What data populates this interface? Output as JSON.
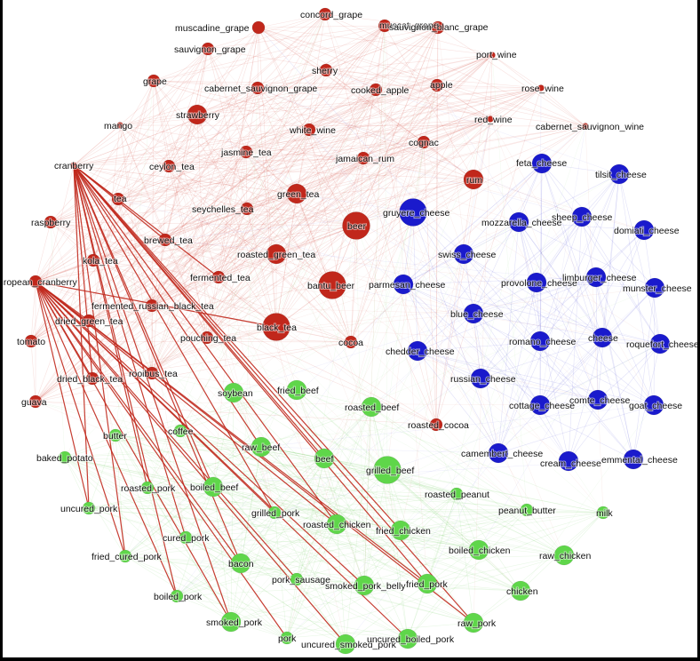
{
  "diagram": {
    "type": "network-graph",
    "colors": {
      "fruit_tea_wine": "#c1271b",
      "cheese": "#1a1acc",
      "meat": "#5fd64a"
    },
    "nodes": [
      {
        "id": "concord_grape",
        "label": "concord_grape",
        "group": "fruit_tea_wine",
        "size": "small"
      },
      {
        "id": "muscadine_grape",
        "label": "muscadine_grape",
        "group": "fruit_tea_wine",
        "size": "small"
      },
      {
        "id": "muscat_grape",
        "label": "muscat_grape",
        "group": "fruit_tea_wine",
        "size": "small"
      },
      {
        "id": "sauvignon_blanc_grape",
        "label": "sauvignon_blanc_grape",
        "group": "fruit_tea_wine",
        "size": "small"
      },
      {
        "id": "sauvignon_grape",
        "label": "sauvignon_grape",
        "group": "fruit_tea_wine",
        "size": "small"
      },
      {
        "id": "port_wine",
        "label": "port_wine",
        "group": "fruit_tea_wine",
        "size": "tiny"
      },
      {
        "id": "sherry",
        "label": "sherry",
        "group": "fruit_tea_wine",
        "size": "small"
      },
      {
        "id": "grape",
        "label": "grape",
        "group": "fruit_tea_wine",
        "size": "small"
      },
      {
        "id": "cabernet_sauvignon_grape",
        "label": "cabernet_sauvignon_grape",
        "group": "fruit_tea_wine",
        "size": "small"
      },
      {
        "id": "cooked_apple",
        "label": "cooked_apple",
        "group": "fruit_tea_wine",
        "size": "small"
      },
      {
        "id": "apple",
        "label": "apple",
        "group": "fruit_tea_wine",
        "size": "small"
      },
      {
        "id": "rose_wine",
        "label": "rose_wine",
        "group": "fruit_tea_wine",
        "size": "tiny"
      },
      {
        "id": "strawberry",
        "label": "strawberry",
        "group": "fruit_tea_wine",
        "size": "medium"
      },
      {
        "id": "mango",
        "label": "mango",
        "group": "fruit_tea_wine",
        "size": "tiny"
      },
      {
        "id": "red_wine",
        "label": "red_wine",
        "group": "fruit_tea_wine",
        "size": "tiny"
      },
      {
        "id": "cabernet_sauvignon_wine",
        "label": "cabernet_sauvignon_wine",
        "group": "fruit_tea_wine",
        "size": "tiny"
      },
      {
        "id": "white_wine",
        "label": "white_wine",
        "group": "fruit_tea_wine",
        "size": "small"
      },
      {
        "id": "cognac",
        "label": "cognac",
        "group": "fruit_tea_wine",
        "size": "small"
      },
      {
        "id": "cranberry",
        "label": "cranberry",
        "group": "fruit_tea_wine",
        "size": "tiny"
      },
      {
        "id": "ceylon_tea",
        "label": "ceylon_tea",
        "group": "fruit_tea_wine",
        "size": "small"
      },
      {
        "id": "jasmine_tea",
        "label": "jasmine_tea",
        "group": "fruit_tea_wine",
        "size": "small"
      },
      {
        "id": "jamaican_rum",
        "label": "jamaican_rum",
        "group": "fruit_tea_wine",
        "size": "small"
      },
      {
        "id": "rum",
        "label": "rum",
        "group": "fruit_tea_wine",
        "size": "medium"
      },
      {
        "id": "tea",
        "label": "tea",
        "group": "fruit_tea_wine",
        "size": "small"
      },
      {
        "id": "green_tea",
        "label": "green_tea",
        "group": "fruit_tea_wine",
        "size": "medium"
      },
      {
        "id": "seychelles_tea",
        "label": "seychelles_tea",
        "group": "fruit_tea_wine",
        "size": "small"
      },
      {
        "id": "raspberry",
        "label": "raspberry",
        "group": "fruit_tea_wine",
        "size": "small"
      },
      {
        "id": "beer",
        "label": "beer",
        "group": "fruit_tea_wine",
        "size": "large"
      },
      {
        "id": "brewed_tea",
        "label": "brewed_tea",
        "group": "fruit_tea_wine",
        "size": "small"
      },
      {
        "id": "kola_tea",
        "label": "kola_tea",
        "group": "fruit_tea_wine",
        "size": "small"
      },
      {
        "id": "roasted_green_tea",
        "label": "roasted_green_tea",
        "group": "fruit_tea_wine",
        "size": "medium"
      },
      {
        "id": "european_cranberry",
        "label": "uropean_cranberry",
        "group": "fruit_tea_wine",
        "size": "small"
      },
      {
        "id": "fermented_tea",
        "label": "fermented_tea",
        "group": "fruit_tea_wine",
        "size": "small"
      },
      {
        "id": "bantu_beer",
        "label": "bantu_beer",
        "group": "fruit_tea_wine",
        "size": "large"
      },
      {
        "id": "fermented_russian_black_tea",
        "label": "fermented_russian_black_tea",
        "group": "fruit_tea_wine",
        "size": "small"
      },
      {
        "id": "dried_green_tea",
        "label": "dried_green_tea",
        "group": "fruit_tea_wine",
        "size": "small"
      },
      {
        "id": "black_tea",
        "label": "black_tea",
        "group": "fruit_tea_wine",
        "size": "large"
      },
      {
        "id": "tomato",
        "label": "tomato",
        "group": "fruit_tea_wine",
        "size": "small"
      },
      {
        "id": "pouching_tea",
        "label": "pouching_tea",
        "group": "fruit_tea_wine",
        "size": "small"
      },
      {
        "id": "cocoa",
        "label": "cocoa",
        "group": "fruit_tea_wine",
        "size": "small"
      },
      {
        "id": "dried_black_tea",
        "label": "dried_black_tea",
        "group": "fruit_tea_wine",
        "size": "small"
      },
      {
        "id": "rooibus_tea",
        "label": "rooibus_tea",
        "group": "fruit_tea_wine",
        "size": "small"
      },
      {
        "id": "guava",
        "label": "guava",
        "group": "fruit_tea_wine",
        "size": "small"
      },
      {
        "id": "roasted_cocoa",
        "label": "roasted_cocoa",
        "group": "fruit_tea_wine",
        "size": "small"
      },
      {
        "id": "feta_cheese",
        "label": "feta_cheese",
        "group": "cheese",
        "size": "medium"
      },
      {
        "id": "tilsit_cheese",
        "label": "tilsit_cheese",
        "group": "cheese",
        "size": "medium"
      },
      {
        "id": "gruyere_cheese",
        "label": "gruyere_cheese",
        "group": "cheese",
        "size": "large"
      },
      {
        "id": "sheep_cheese",
        "label": "sheep_cheese",
        "group": "cheese",
        "size": "medium"
      },
      {
        "id": "mozzarella_cheese",
        "label": "mozzarella_cheese",
        "group": "cheese",
        "size": "medium"
      },
      {
        "id": "domiati_cheese",
        "label": "domiati_cheese",
        "group": "cheese",
        "size": "medium"
      },
      {
        "id": "swiss_cheese",
        "label": "swiss_cheese",
        "group": "cheese",
        "size": "medium"
      },
      {
        "id": "parmesan_cheese",
        "label": "parmesan_cheese",
        "group": "cheese",
        "size": "medium"
      },
      {
        "id": "provolone_cheese",
        "label": "provolone_cheese",
        "group": "cheese",
        "size": "medium"
      },
      {
        "id": "limburger_cheese",
        "label": "limburger_cheese",
        "group": "cheese",
        "size": "medium"
      },
      {
        "id": "munster_cheese",
        "label": "munster_cheese",
        "group": "cheese",
        "size": "medium"
      },
      {
        "id": "blue_cheese",
        "label": "blue_cheese",
        "group": "cheese",
        "size": "medium"
      },
      {
        "id": "cheese",
        "label": "cheese",
        "group": "cheese",
        "size": "medium"
      },
      {
        "id": "romano_cheese",
        "label": "romano_cheese",
        "group": "cheese",
        "size": "medium"
      },
      {
        "id": "roquefort_cheese",
        "label": "roquefort_cheese",
        "group": "cheese",
        "size": "medium"
      },
      {
        "id": "chedder_cheese",
        "label": "chedder_cheese",
        "group": "cheese",
        "size": "medium"
      },
      {
        "id": "russian_cheese",
        "label": "russian_cheese",
        "group": "cheese",
        "size": "medium"
      },
      {
        "id": "comte_cheese",
        "label": "comte_cheese",
        "group": "cheese",
        "size": "medium"
      },
      {
        "id": "goat_cheese",
        "label": "goat_cheese",
        "group": "cheese",
        "size": "medium"
      },
      {
        "id": "cottage_cheese",
        "label": "cottage_cheese",
        "group": "cheese",
        "size": "medium"
      },
      {
        "id": "camembert_cheese",
        "label": "camembert_cheese",
        "group": "cheese",
        "size": "medium"
      },
      {
        "id": "cream_cheese",
        "label": "cream_cheese",
        "group": "cheese",
        "size": "medium"
      },
      {
        "id": "emmental_cheese",
        "label": "emmental_cheese",
        "group": "cheese",
        "size": "medium"
      },
      {
        "id": "soybean",
        "label": "soybean",
        "group": "meat",
        "size": "medium"
      },
      {
        "id": "fried_beef",
        "label": "fried_beef",
        "group": "meat",
        "size": "medium"
      },
      {
        "id": "roasted_beef",
        "label": "roasted_beef",
        "group": "meat",
        "size": "medium"
      },
      {
        "id": "butter",
        "label": "butter",
        "group": "meat",
        "size": "small"
      },
      {
        "id": "coffee",
        "label": "coffee",
        "group": "meat",
        "size": "small"
      },
      {
        "id": "raw_beef",
        "label": "raw_beef",
        "group": "meat",
        "size": "medium"
      },
      {
        "id": "beef",
        "label": "beef",
        "group": "meat",
        "size": "medium"
      },
      {
        "id": "grilled_beef",
        "label": "grilled_beef",
        "group": "meat",
        "size": "large"
      },
      {
        "id": "baked_potato",
        "label": "baked_potato",
        "group": "meat",
        "size": "small"
      },
      {
        "id": "boiled_beef",
        "label": "boiled_beef",
        "group": "meat",
        "size": "medium"
      },
      {
        "id": "roasted_pork",
        "label": "roasted_pork",
        "group": "meat",
        "size": "small"
      },
      {
        "id": "roasted_peanut",
        "label": "roasted_peanut",
        "group": "meat",
        "size": "small"
      },
      {
        "id": "uncured_pork",
        "label": "uncured_pork",
        "group": "meat",
        "size": "small"
      },
      {
        "id": "grilled_pork",
        "label": "grilled_pork",
        "group": "meat",
        "size": "small"
      },
      {
        "id": "peanut_butter",
        "label": "peanut_butter",
        "group": "meat",
        "size": "small"
      },
      {
        "id": "milk",
        "label": "milk",
        "group": "meat",
        "size": "small"
      },
      {
        "id": "roasted_chicken",
        "label": "roasted_chicken",
        "group": "meat",
        "size": "medium"
      },
      {
        "id": "fried_chicken",
        "label": "fried_chicken",
        "group": "meat",
        "size": "medium"
      },
      {
        "id": "cured_pork",
        "label": "cured_pork",
        "group": "meat",
        "size": "small"
      },
      {
        "id": "fried_cured_pork",
        "label": "fried_cured_pork",
        "group": "meat",
        "size": "small"
      },
      {
        "id": "boiled_chicken",
        "label": "boiled_chicken",
        "group": "meat",
        "size": "medium"
      },
      {
        "id": "raw_chicken",
        "label": "raw_chicken",
        "group": "meat",
        "size": "medium"
      },
      {
        "id": "bacon",
        "label": "bacon",
        "group": "meat",
        "size": "medium"
      },
      {
        "id": "pork_sausage",
        "label": "pork_sausage",
        "group": "meat",
        "size": "small"
      },
      {
        "id": "smoked_pork_belly",
        "label": "smoked_pork_belly",
        "group": "meat",
        "size": "medium"
      },
      {
        "id": "fried_pork",
        "label": "fried_pork",
        "group": "meat",
        "size": "medium"
      },
      {
        "id": "chicken",
        "label": "chicken",
        "group": "meat",
        "size": "medium"
      },
      {
        "id": "boiled_pork",
        "label": "boiled_pork",
        "group": "meat",
        "size": "small"
      },
      {
        "id": "smoked_pork",
        "label": "smoked_pork",
        "group": "meat",
        "size": "medium"
      },
      {
        "id": "raw_pork",
        "label": "raw_pork",
        "group": "meat",
        "size": "medium"
      },
      {
        "id": "pork",
        "label": "pork",
        "group": "meat",
        "size": "small"
      },
      {
        "id": "uncured_smoked_pork",
        "label": "uncured_smoked_pork",
        "group": "meat",
        "size": "medium"
      },
      {
        "id": "uncured_boiled_pork",
        "label": "uncured_boiled_pork",
        "group": "meat",
        "size": "medium"
      }
    ],
    "highlighted_edges": [
      [
        "cranberry",
        "tea"
      ],
      [
        "cranberry",
        "brewed_tea"
      ],
      [
        "cranberry",
        "fermented_tea"
      ],
      [
        "cranberry",
        "dried_black_tea"
      ],
      [
        "cranberry",
        "roasted_pork"
      ],
      [
        "cranberry",
        "uncured_pork"
      ],
      [
        "cranberry",
        "fried_cured_pork"
      ],
      [
        "cranberry",
        "cured_pork"
      ],
      [
        "cranberry",
        "boiled_beef"
      ],
      [
        "cranberry",
        "bacon"
      ],
      [
        "cranberry",
        "boiled_pork"
      ],
      [
        "cranberry",
        "raw_beef"
      ],
      [
        "cranberry",
        "beef"
      ],
      [
        "cranberry",
        "smoked_pork"
      ],
      [
        "cranberry",
        "grilled_pork"
      ],
      [
        "cranberry",
        "roasted_chicken"
      ],
      [
        "cranberry",
        "fried_chicken"
      ],
      [
        "cranberry",
        "fried_pork"
      ],
      [
        "cranberry",
        "raw_pork"
      ],
      [
        "european_cranberry",
        "black_tea"
      ],
      [
        "european_cranberry",
        "dried_green_tea"
      ],
      [
        "european_cranberry",
        "dried_black_tea"
      ],
      [
        "european_cranberry",
        "uncured_pork"
      ],
      [
        "european_cranberry",
        "fried_cured_pork"
      ],
      [
        "european_cranberry",
        "boiled_pork"
      ],
      [
        "european_cranberry",
        "smoked_pork"
      ],
      [
        "european_cranberry",
        "pork"
      ],
      [
        "european_cranberry",
        "pork_sausage"
      ],
      [
        "european_cranberry",
        "smoked_pork_belly"
      ],
      [
        "european_cranberry",
        "uncured_smoked_pork"
      ],
      [
        "european_cranberry",
        "uncured_boiled_pork"
      ],
      [
        "european_cranberry",
        "fried_pork"
      ],
      [
        "european_cranberry",
        "raw_pork"
      ],
      [
        "european_cranberry",
        "roasted_chicken"
      ],
      [
        "european_cranberry",
        "grilled_pork"
      ],
      [
        "european_cranberry",
        "bacon"
      ]
    ]
  }
}
